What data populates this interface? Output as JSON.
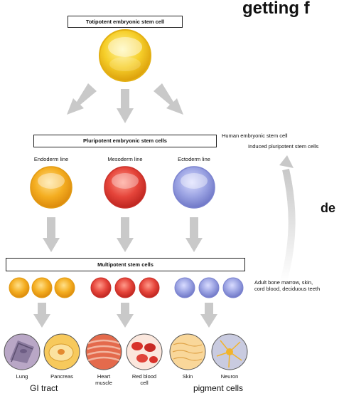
{
  "slide": {
    "heading_fragment": "getting f",
    "side_fragment": "de"
  },
  "top_box": "Totipotent embryonic stem cell",
  "middle_box": "Pluripotent embryonic stem cells",
  "bottom_box": "Multipotent stem cells",
  "lines": {
    "endoderm": "Endoderm line",
    "mesoderm": "Mesoderm line",
    "ectoderm": "Ectoderm line"
  },
  "sources": {
    "human": "Human embryonic stem cell",
    "induced": "Induced pluripotent stem cells",
    "adult_line1": "Adult bone marrow, skin,",
    "adult_line2": "cord blood, deciduous teeth"
  },
  "cells": [
    {
      "label": "Lung"
    },
    {
      "label": "Pancreas"
    },
    {
      "label": "Heart",
      "label2": "muscle"
    },
    {
      "label": "Red blood",
      "label2": "cell"
    },
    {
      "label": "Skin"
    },
    {
      "label": "Neuron"
    }
  ],
  "groups": {
    "gi": "GI tract",
    "pigment": "pigment cells"
  },
  "colors": {
    "yellow": "#f3c21a",
    "orange": "#f2a51c",
    "red": "#e23a2e",
    "blue": "#8a93d6",
    "arrow": "#c8c8c8"
  }
}
